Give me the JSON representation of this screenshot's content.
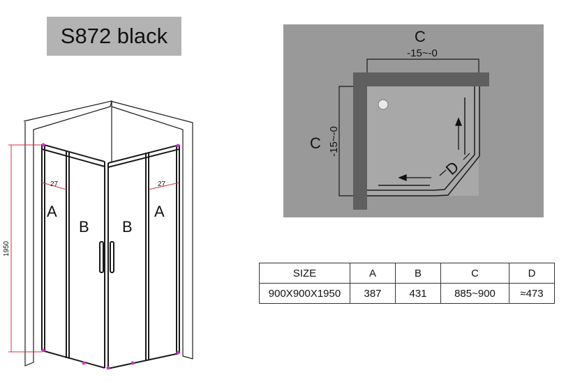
{
  "title": "S872 black",
  "elevation": {
    "height_label": "1950",
    "profile_left": "27",
    "profile_right": "27",
    "panels": [
      "A",
      "B",
      "B",
      "A"
    ]
  },
  "plan": {
    "top_dim_label": "C",
    "top_tolerance": "-15~-0",
    "left_dim_label": "C",
    "left_tolerance": "-15~-0",
    "entry_label": "D"
  },
  "spec_table": {
    "headers": [
      "SIZE",
      "A",
      "B",
      "C",
      "D"
    ],
    "rows": [
      [
        "900X900X1950",
        "387",
        "431",
        "885~900",
        "≈473"
      ]
    ]
  },
  "colors": {
    "title_bg": "#b3b3b3",
    "plan_bg": "#999999",
    "wall_dark": "#555555",
    "line": "#1a1a1a",
    "accent_marks": "#cc33cc",
    "dimension": "#cc3344"
  }
}
